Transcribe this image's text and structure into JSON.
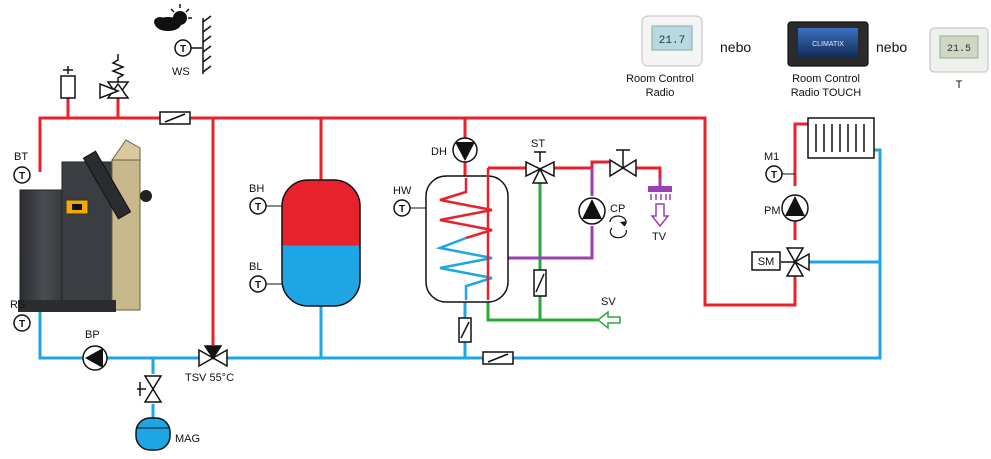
{
  "labels": {
    "ws": "WS",
    "bt": "BT",
    "rs": "RS",
    "bp": "BP",
    "tsv": "TSV 55°C",
    "mag": "MAG",
    "bh": "BH",
    "bl": "BL",
    "dh": "DH",
    "hw": "HW",
    "st": "ST",
    "cp": "CP",
    "tv": "TV",
    "sv": "SV",
    "m1": "M1",
    "pm": "PM",
    "sm": "SM",
    "sensor_glyph": "T"
  },
  "controllers": {
    "radio_line1": "Room Control",
    "radio_line2": "Radio",
    "touch_line1": "Room Control",
    "touch_line2": "Radio TOUCH",
    "touch_brand": "CLIMATIX",
    "t_label": "T",
    "nebo_1": "nebo",
    "nebo_2": "nebo",
    "display_radio": "21.7",
    "display_t": "21.5"
  },
  "colors": {
    "hot": "#e8222b",
    "cold": "#1ea5e6",
    "solar_green": "#2ca83a",
    "dhw_purple": "#9b3fb5",
    "boiler_body": "#3d4044",
    "hopper": "#c8b98d",
    "line": "#111111"
  }
}
